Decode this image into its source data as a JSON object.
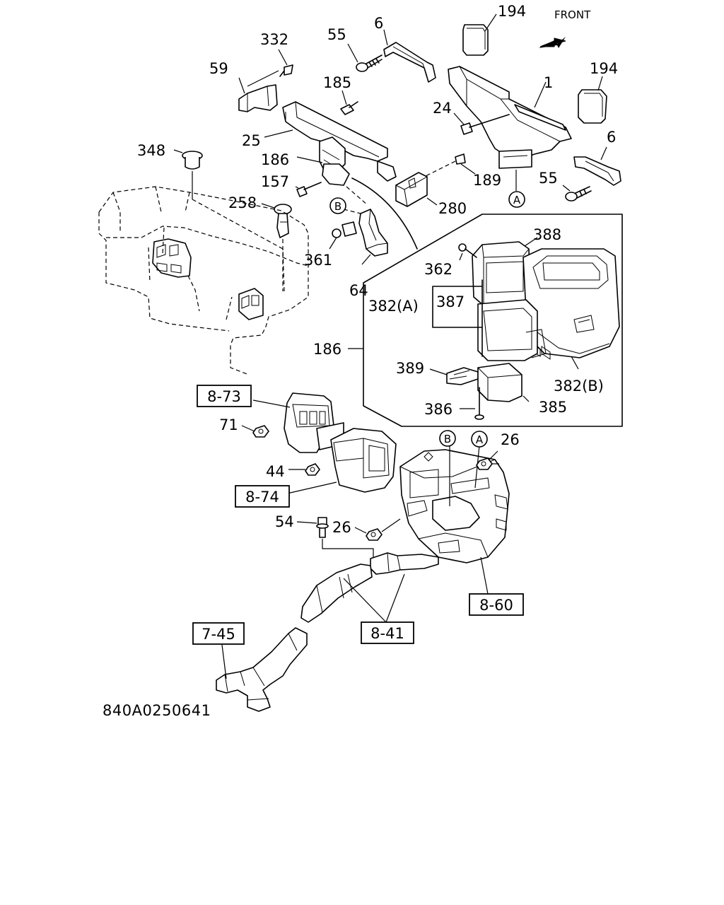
{
  "diagram": {
    "orientation_label": "FRONT",
    "drawing_code": "840A0250641",
    "callouts": {
      "c194a": "194",
      "c194b": "194",
      "c332": "332",
      "c55a": "55",
      "c6a": "6",
      "c59": "59",
      "c185": "185",
      "c1": "1",
      "c24": "24",
      "c6b": "6",
      "c25": "25",
      "c348": "348",
      "c186a": "186",
      "c157": "157",
      "c189": "189",
      "c55b": "55",
      "c258": "258",
      "c280": "280",
      "c361": "361",
      "c64": "64",
      "c388": "388",
      "c362": "362",
      "c382a": "382(A)",
      "c387": "387",
      "c186b": "186",
      "c389": "389",
      "c382b": "382(B)",
      "c386": "386",
      "c385": "385",
      "c71": "71",
      "c26a": "26",
      "c44": "44",
      "c54": "54",
      "c26b": "26"
    },
    "circle_markers": {
      "a1": "A",
      "b1": "B",
      "b2": "B",
      "a2": "A"
    },
    "reference_boxes": {
      "r873": "8-73",
      "r874": "8-74",
      "r860": "8-60",
      "r841": "8-41",
      "r745": "7-45"
    }
  }
}
